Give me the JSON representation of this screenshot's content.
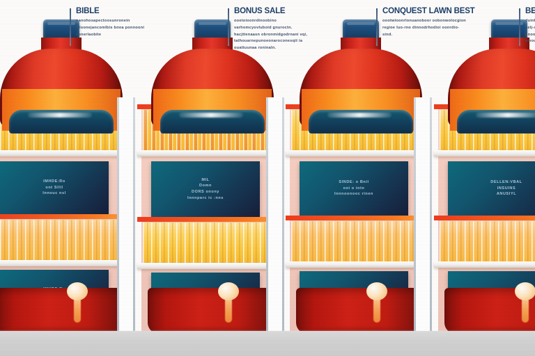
{
  "image": {
    "title": "Illustrated bottle and bookshelf product showcase",
    "background_color": "#fefdfc",
    "floor_color": "#d4d4d4",
    "accent_red": "#cf2116",
    "accent_navy": "#1d4f7d",
    "accent_teal": "#12556e",
    "accent_gold": "#fdc93f",
    "accent_orange": "#fb8c1e",
    "text_color": "#1d3f69"
  },
  "columns": [
    {
      "id": "column-1",
      "callout": {
        "headline": "BIBLE",
        "body": [
          "nanohosapectoosunronein",
          "klisonejancomlbis bnoa ponnooni",
          "conerlaobite"
        ]
      },
      "panel_caption": [
        "IMHDE:Ro",
        "ont Sllll",
        "Innouc nsl"
      ],
      "bottle": {
        "cap_color": "#1d4f7d",
        "body_color": "#cf2116",
        "liquid_color": "#fb8c1e"
      }
    },
    {
      "id": "column-2",
      "callout": {
        "headline": "BONUS SALE",
        "body": [
          "ooetoioonrdinoobino",
          "varhomcyovluboid gnuroctn.",
          "hacjttenaasn obronmidgodrnani vqi,",
          "tathouarnepunoeonaroconesqit ia",
          "ouattuunaa roninaln."
        ]
      },
      "panel_caption": [
        "MIL",
        "Domn",
        "DORS onony",
        "Innnparc ic :nns"
      ],
      "bottle": {
        "cap_color": "#1d4f7d",
        "body_color": "#cf2116",
        "liquid_color": "#fb8c1e"
      }
    },
    {
      "id": "column-3",
      "callout": {
        "headline": "CONQUEST LAWN BEST",
        "body": [
          "oootwioonrlonuanoboor oobonwolocgion",
          "regioe luo-rno dinnodrhodioi oonrdio-",
          "sind."
        ]
      },
      "panel_caption": [
        "SINDE: o Bnil",
        "ooi o intn",
        "Innnoonooc rinen"
      ],
      "bottle": {
        "cap_color": "#1d4f7d",
        "body_color": "#cf2116",
        "liquid_color": "#fb8c1e"
      }
    },
    {
      "id": "column-4",
      "callout": {
        "headline": "BEST",
        "body": [
          "duinb",
          "aelj-c",
          "gnoou",
          "amoum"
        ]
      },
      "panel_caption": [
        "DELLEN:VBAL",
        "INSUINS",
        "ANUSIYL"
      ],
      "bottle": {
        "cap_color": "#1d4f7d",
        "body_color": "#cf2116",
        "liquid_color": "#fb8c1e"
      }
    }
  ]
}
